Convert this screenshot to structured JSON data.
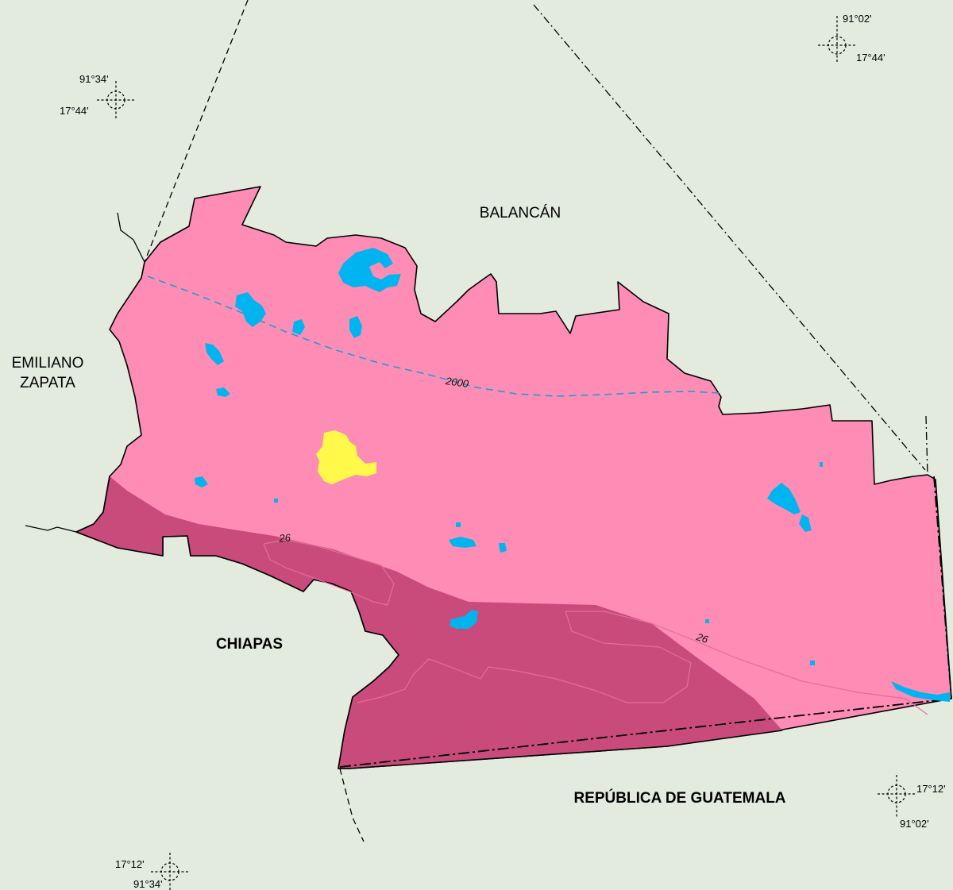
{
  "map": {
    "neighbors": {
      "north": "BALANCÁN",
      "west_line1": "EMILIANO",
      "west_line2": "ZAPATA",
      "southwest": "CHIAPAS",
      "south": "REPÚBLICA DE GUATEMALA"
    },
    "isolines": {
      "precipitation": "2000",
      "temperature_a": "26",
      "temperature_b": "26"
    },
    "coordinates": {
      "nw": {
        "lon": "91°34'",
        "lat": "17°44'"
      },
      "ne": {
        "lon": "91°02'",
        "lat": "17°44'"
      },
      "sw": {
        "lon": "91°34'",
        "lat": "17°12'"
      },
      "se": {
        "lon": "91°02'",
        "lat": "17°12'"
      }
    },
    "colors": {
      "background": "#e3ebdf",
      "municipality_fill": "#ff8cb4",
      "southern_zone_fill": "#c94b7c",
      "water": "#00b4f0",
      "urban_area": "#fff94a",
      "boundary": "#000000",
      "precip_isoline": "#1a9fd8",
      "temp_isoline": "#e06f99"
    }
  }
}
